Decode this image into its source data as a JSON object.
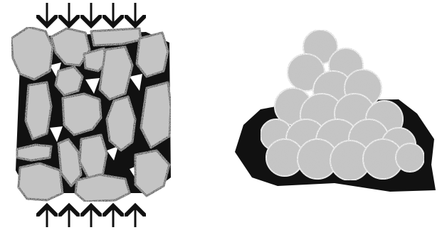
{
  "figure": {
    "panels": [
      {
        "id": "left",
        "depicts": "compressed-aggregate-column",
        "arrows": {
          "top_count": 5,
          "bottom_count": 5,
          "top_direction": "down",
          "bottom_direction": "up"
        }
      },
      {
        "id": "right",
        "depicts": "aggregate-pile-on-dark-patch"
      }
    ],
    "colors": {
      "background": "#ffffff",
      "stone_fill": "#bdbdbd",
      "stone_outline": "#2b2b2b",
      "binder": "#111111",
      "arrow": "#111111"
    }
  }
}
